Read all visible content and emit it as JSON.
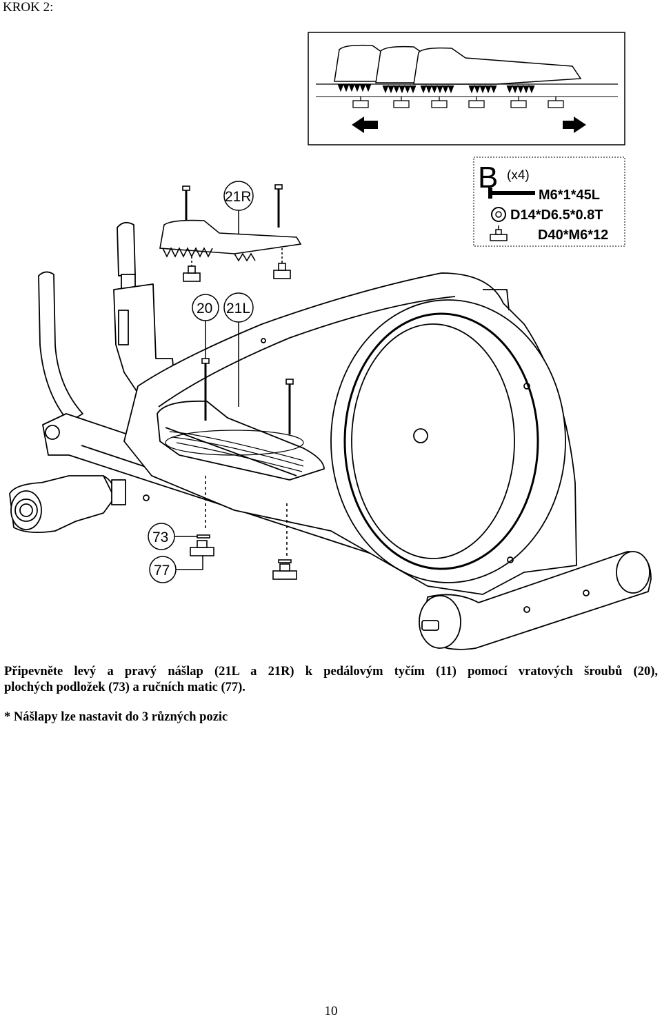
{
  "step_title": "KROK 2:",
  "hardware": {
    "letter": "B",
    "quantity": "(x4)",
    "items": [
      "M6*1*45L",
      "D14*D6.5*0.8T",
      "D40*M6*12"
    ]
  },
  "callouts": {
    "right_pedal": "21R",
    "bolt": "20",
    "left_pedal": "21L",
    "washer": "73",
    "knob": "77"
  },
  "instruction": {
    "line1": "Připevněte levý a pravý nášlap (21L a 21R) k pedálovým tyčím (11) pomocí vratových šroubů (20),",
    "line2": "plochých podložek (73) a ručních matic (77)."
  },
  "note": "* Nášlapy lze nastavit do 3 různých pozic",
  "page_number": "10"
}
